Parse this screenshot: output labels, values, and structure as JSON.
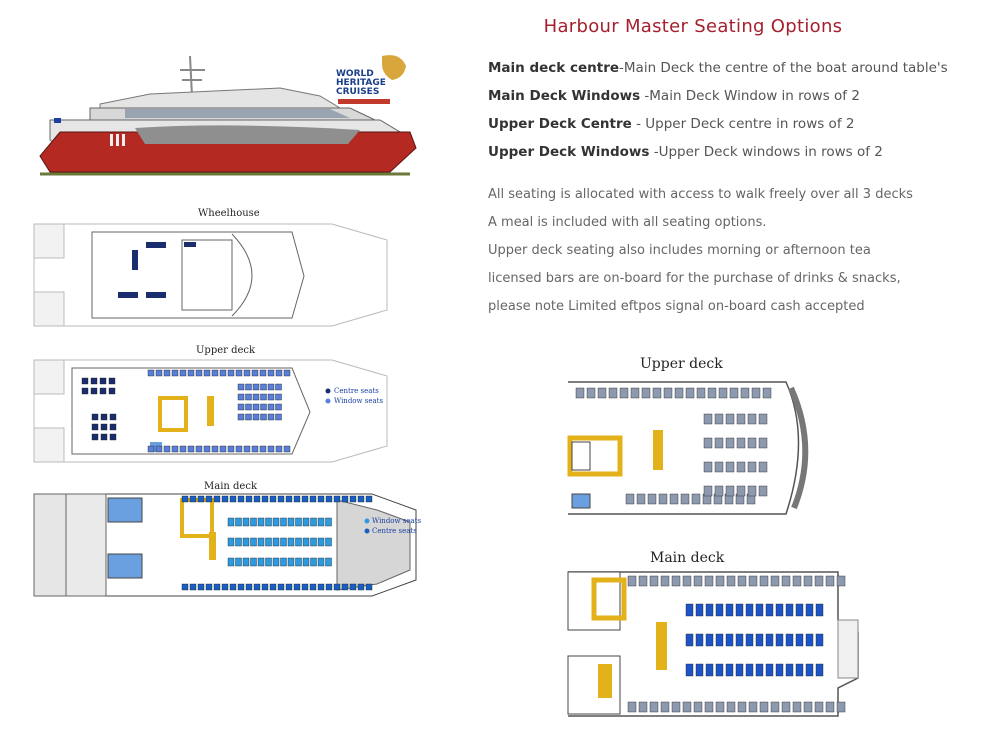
{
  "heading": "Harbour Master Seating Options",
  "options": [
    {
      "name": "Main deck centre",
      "desc": "-Main Deck the centre of the boat around table's"
    },
    {
      "name": "Main Deck Windows",
      "desc": " -Main Deck Window in rows of 2"
    },
    {
      "name": "Upper Deck Centre",
      "desc": " - Upper Deck centre in rows of 2"
    },
    {
      "name": "Upper Deck Windows",
      "desc": " -Upper Deck windows in rows of 2"
    }
  ],
  "notes": [
    "All seating is allocated with access to walk freely over all 3 decks",
    "A meal is included with all seating options.",
    "Upper deck seating also includes morning or afternoon tea",
    "licensed bars are on-board for the purchase of drinks & snacks,",
    "please note Limited eftpos signal on-board cash accepted"
  ],
  "logo": {
    "line1": "WORLD",
    "line2": "HERITAGE",
    "line3": "CRUISES"
  },
  "plans": {
    "wheelhouse": "Wheelhouse",
    "upper_small": "Upper deck",
    "main_small": "Main deck",
    "upper_large": "Upper deck",
    "main_large": "Main deck"
  },
  "legend_upper": {
    "centre": "Centre seats",
    "window": "Window seats"
  },
  "legend_main": {
    "window": "Window seats",
    "centre": "Centre seats"
  },
  "colors": {
    "heading": "#a51f2d",
    "hull": "#b42a23",
    "seat_window": "#1d55c7",
    "seat_centre": "#1a2d6e",
    "bar": "#e3b21b"
  }
}
